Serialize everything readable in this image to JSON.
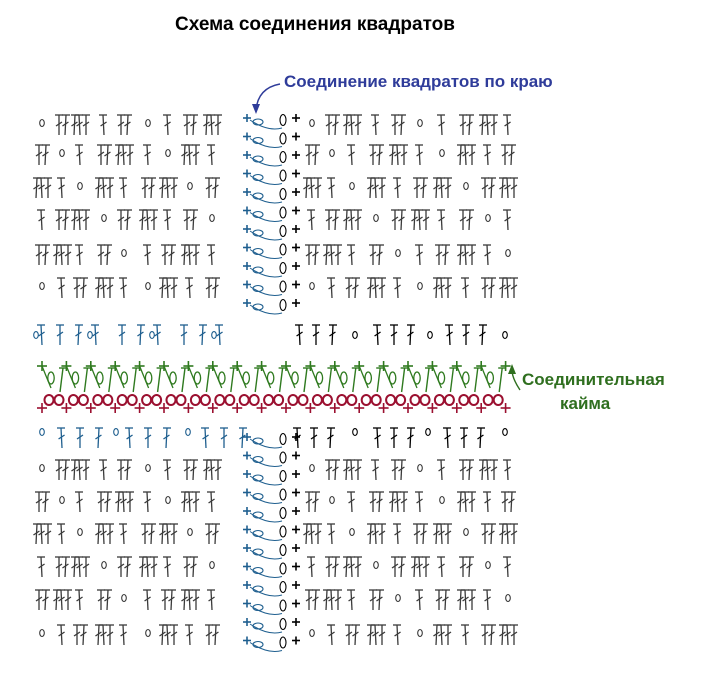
{
  "title": "Схема соединения квадратов",
  "labels": {
    "edge_join": "Соединение квадратов по краю",
    "border_line1": "Соединительная",
    "border_line2": "кайма"
  },
  "colors": {
    "pattern_gray": "#3a3a3a",
    "join_blue": "#1f5f8f",
    "join_black": "#000000",
    "border_green": "#2f7a1f",
    "border_red": "#9b1030",
    "label_blue": "#2f3c9a",
    "label_green": "#2f6f1f"
  },
  "symbols": [
    "double-crochet",
    "chain-loop",
    "single-crochet-plus",
    "picot-loop"
  ]
}
